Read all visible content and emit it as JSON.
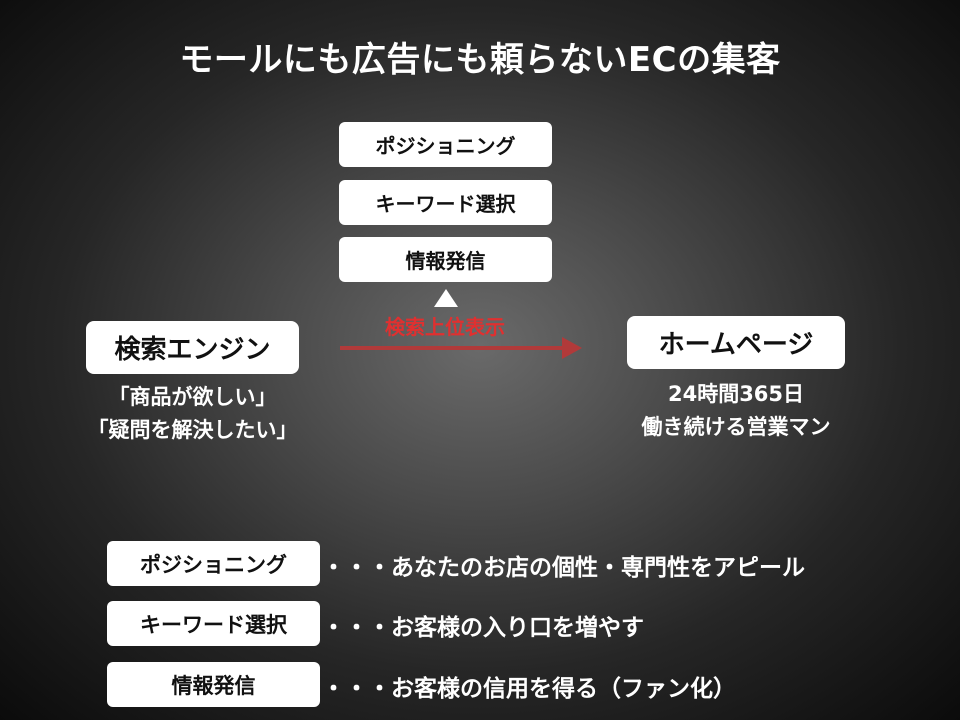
{
  "title": "モールにも広告にも頼らないECの集客",
  "stack": [
    "ポジショニング",
    "キーワード選択",
    "情報発信"
  ],
  "arrow_label": "検索上位表示",
  "search_engine": {
    "label": "検索エンジン",
    "lines": [
      "「商品が欲しい」",
      "「疑問を解決したい」"
    ]
  },
  "homepage": {
    "label": "ホームページ",
    "lines": [
      "24時間365日",
      "働き続ける営業マン"
    ]
  },
  "rows": [
    {
      "label": "ポジショニング",
      "desc": "・・・あなたのお店の個性・専門性をアピール"
    },
    {
      "label": "キーワード選択",
      "desc": "・・・お客様の入り口を増やす"
    },
    {
      "label": "情報発信",
      "desc": "・・・お客様の信用を得る（ファン化）"
    }
  ],
  "colors": {
    "arrow": "#b13a3a",
    "arrow_label": "#e03030",
    "box": "#ffffff"
  }
}
